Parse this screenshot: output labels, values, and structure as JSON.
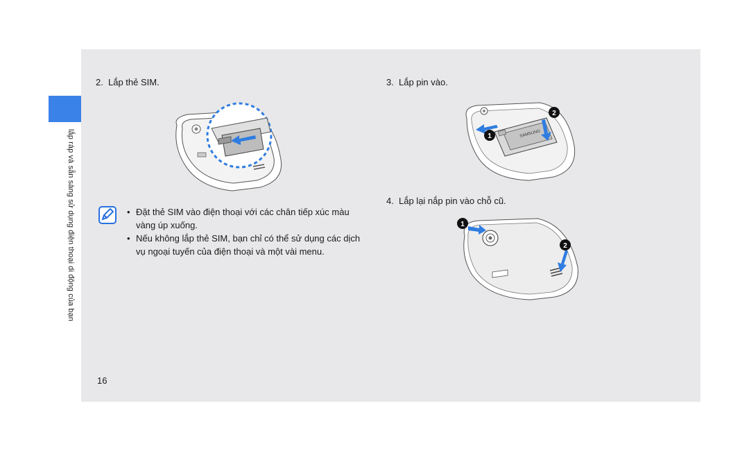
{
  "side_label": "lắp ráp và sẵn sàng sử dụng điện thoại di động của bạn",
  "steps": {
    "s2": {
      "num": "2.",
      "text": "Lắp thẻ SIM."
    },
    "s3": {
      "num": "3.",
      "text": "Lắp pin vào."
    },
    "s4": {
      "num": "4.",
      "text": "Lắp lại nắp pin vào chỗ cũ."
    }
  },
  "note": {
    "icon": "note-pencil-icon",
    "bullets": [
      "Đặt thẻ SIM vào điện thoại với các chân tiếp xúc màu vàng úp xuống.",
      "Nếu không lắp thẻ SIM, bạn chỉ có thể sử dụng các dịch vụ ngoại tuyến của điện thoại và một vài menu."
    ]
  },
  "illustrations": {
    "battery_brand": "SAMSUNG",
    "markers": [
      "1",
      "2"
    ]
  },
  "page_number": "16",
  "colors": {
    "accent": "#3b82e8",
    "panel": "#e8e8ea",
    "arrow": "#2f7de1"
  }
}
